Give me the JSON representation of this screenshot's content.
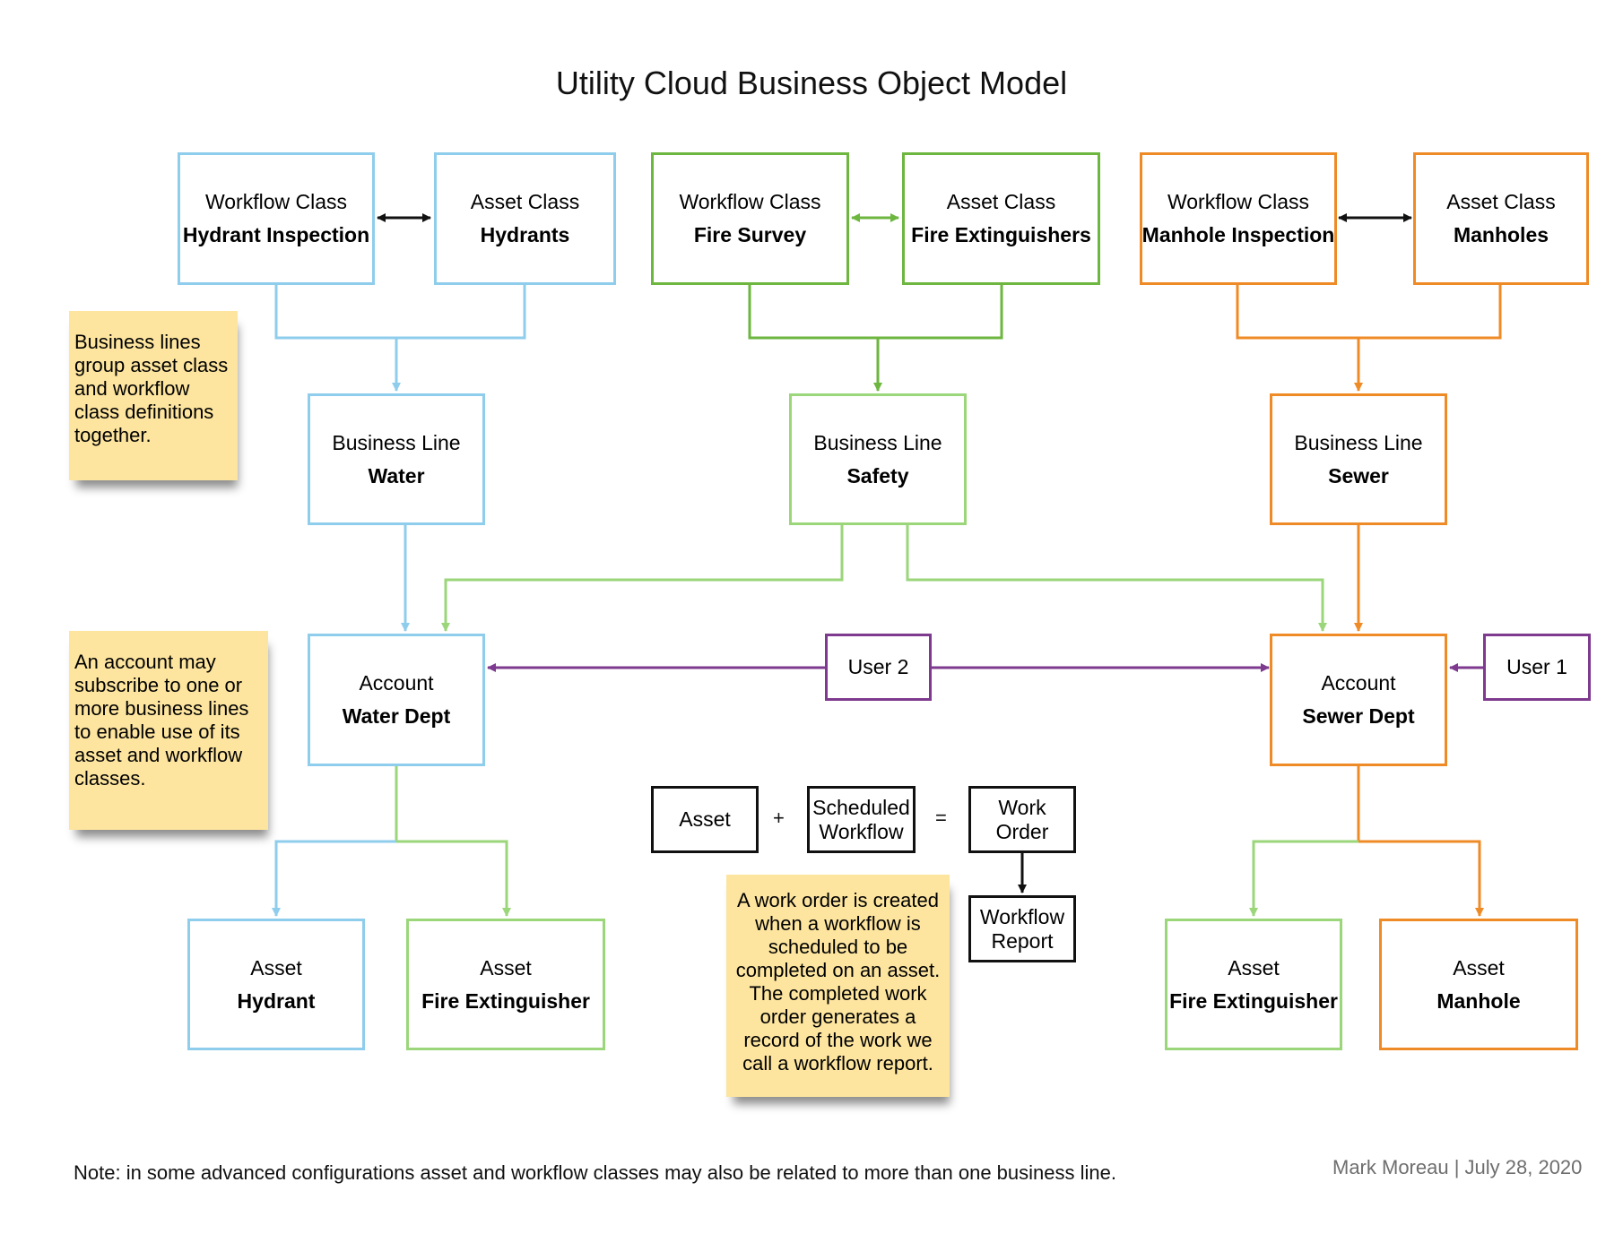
{
  "title": "Utility Cloud Business Object Model",
  "colors": {
    "water_blue": "#8fcdec",
    "safety_light_green": "#9bd67a",
    "fire_survey_green": "#6db63f",
    "sewer_orange": "#ef8b27",
    "user_purple": "#7e3a8e",
    "sticky_yellow": "#fde59f"
  },
  "workflow_classes": [
    {
      "kind": "Workflow Class",
      "name": "Hydrant Inspection"
    },
    {
      "kind": "Workflow Class",
      "name": "Fire Survey"
    },
    {
      "kind": "Workflow Class",
      "name": "Manhole Inspection"
    }
  ],
  "asset_classes": [
    {
      "kind": "Asset Class",
      "name": "Hydrants"
    },
    {
      "kind": "Asset Class",
      "name": "Fire Extinguishers"
    },
    {
      "kind": "Asset Class",
      "name": "Manholes"
    }
  ],
  "business_lines": [
    {
      "kind": "Business Line",
      "name": "Water"
    },
    {
      "kind": "Business Line",
      "name": "Safety"
    },
    {
      "kind": "Business Line",
      "name": "Sewer"
    }
  ],
  "accounts": [
    {
      "kind": "Account",
      "name": "Water Dept"
    },
    {
      "kind": "Account",
      "name": "Sewer Dept"
    }
  ],
  "users": [
    "User 2",
    "User 1"
  ],
  "assets": [
    {
      "kind": "Asset",
      "name": "Hydrant"
    },
    {
      "kind": "Asset",
      "name": "Fire Extinguisher"
    },
    {
      "kind": "Asset",
      "name": "Fire Extinguisher"
    },
    {
      "kind": "Asset",
      "name": "Manhole"
    }
  ],
  "equation": {
    "asset": "Asset",
    "plus": "+",
    "scheduled_workflow": [
      "Scheduled",
      "Workflow"
    ],
    "equals": "=",
    "work_order": [
      "Work",
      "Order"
    ],
    "workflow_report": [
      "Workflow",
      "Report"
    ]
  },
  "notes": {
    "business_lines": [
      "Business lines",
      "group asset class",
      "and workflow",
      "class definitions",
      "together."
    ],
    "account": [
      "An account may",
      "subscribe to one or",
      "more business lines",
      "to enable use of its",
      "asset and workflow",
      "classes."
    ],
    "work_order": [
      "A work order is created",
      "when a workflow is",
      "scheduled to be",
      "completed on an asset.",
      "The completed work",
      "order generates a",
      "record of the work we",
      "call a workflow report."
    ]
  },
  "footer": {
    "note": "Note: in some advanced configurations asset and workflow classes may also be related to more than one business line.",
    "credit": "Mark Moreau | July 28, 2020"
  }
}
